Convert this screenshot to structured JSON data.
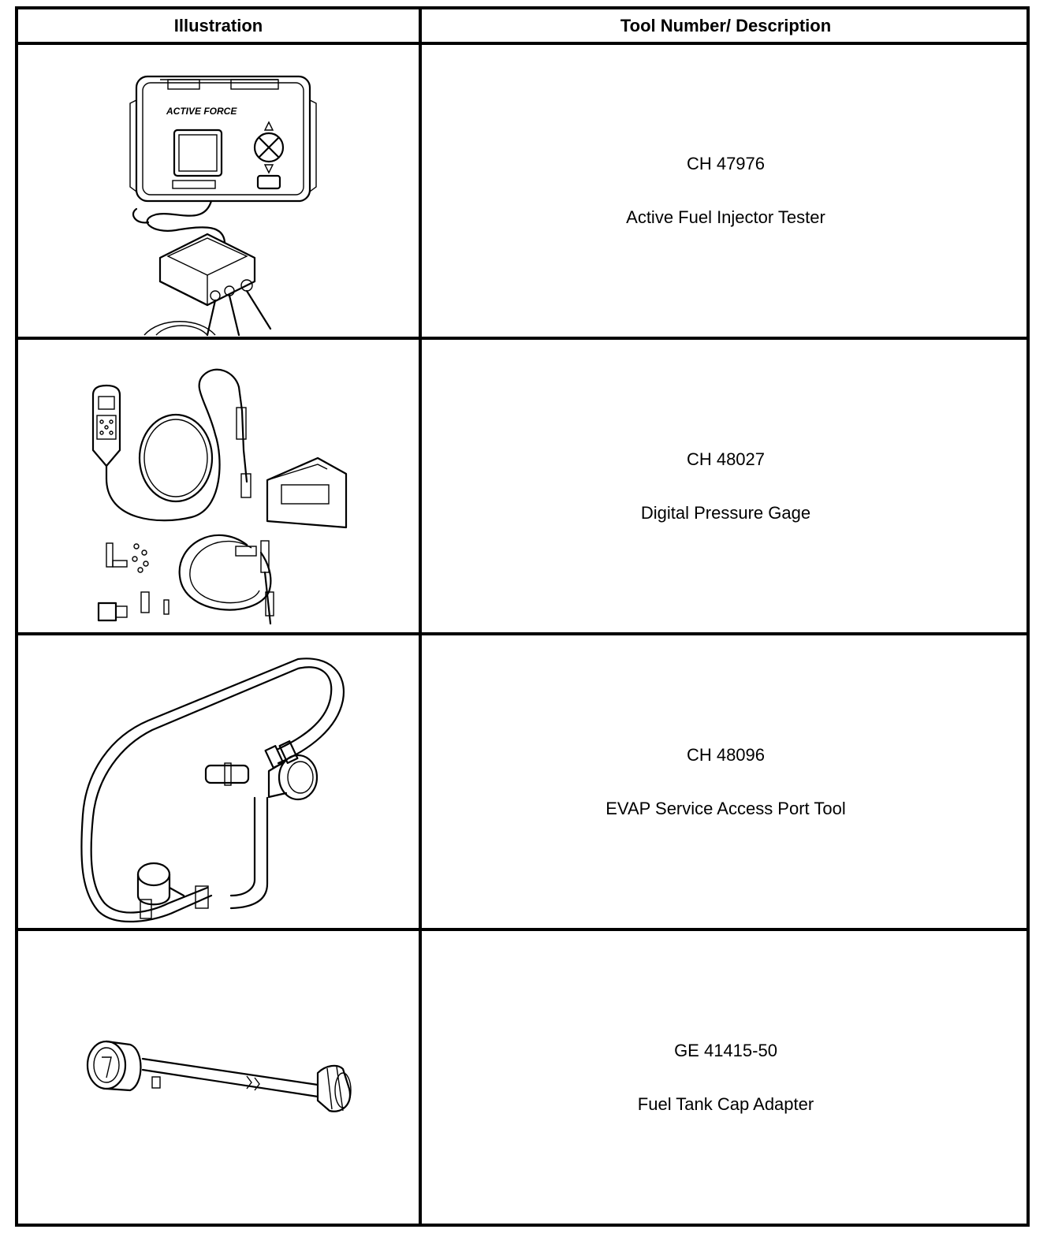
{
  "header": {
    "col1": "Illustration",
    "col2": "Tool Number/ Description"
  },
  "rows": [
    {
      "number": "CH 47976",
      "description": "Active Fuel Injector Tester"
    },
    {
      "number": "CH 48027",
      "description": "Digital Pressure Gage"
    },
    {
      "number": "CH 48096",
      "description": "EVAP Service Access Port Tool"
    },
    {
      "number": "GE 41415-50",
      "description": "Fuel Tank Cap Adapter"
    }
  ]
}
